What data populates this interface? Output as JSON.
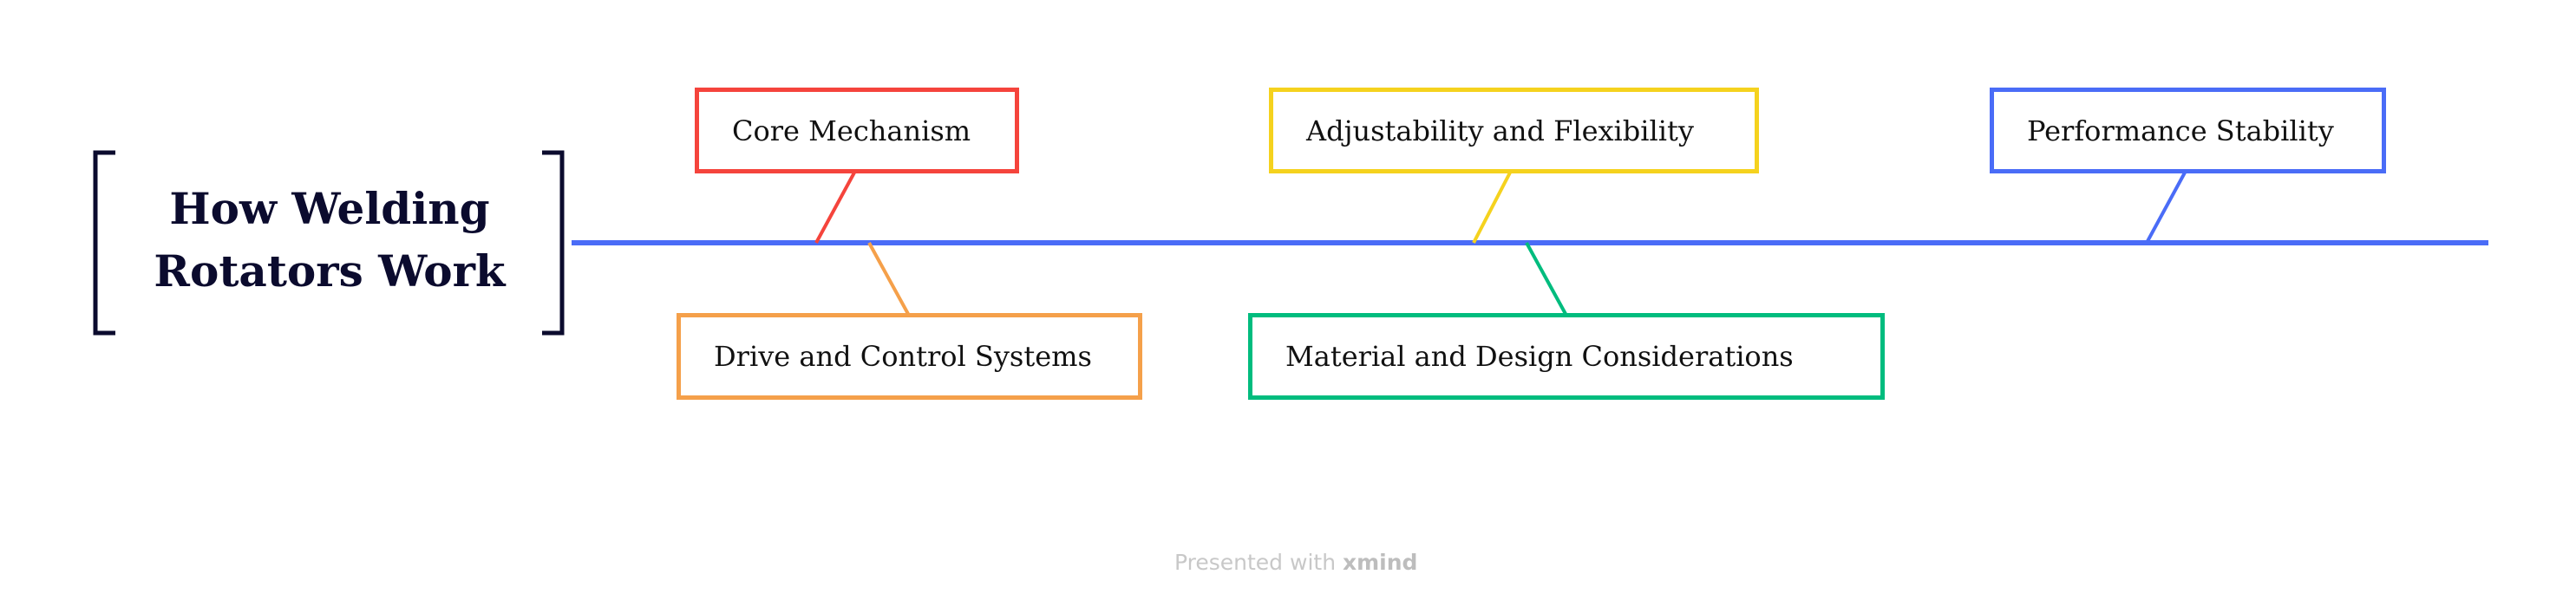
{
  "central_topic": {
    "line1": "How Welding",
    "line2": "Rotators Work"
  },
  "topics": [
    {
      "label": "Core Mechanism",
      "color": "#F5443C"
    },
    {
      "label": "Drive and Control Systems",
      "color": "#F5A04A"
    },
    {
      "label": "Adjustability and Flexibility",
      "color": "#F5D21E"
    },
    {
      "label": "Material and Design Considerations",
      "color": "#00BC7E"
    },
    {
      "label": "Performance Stability",
      "color": "#4A6CF7"
    }
  ],
  "colors": {
    "spine": "#4A6CF7",
    "bracket": "#0B0B2E"
  },
  "footer": {
    "prefix": "Presented with",
    "brand": "xmind"
  }
}
